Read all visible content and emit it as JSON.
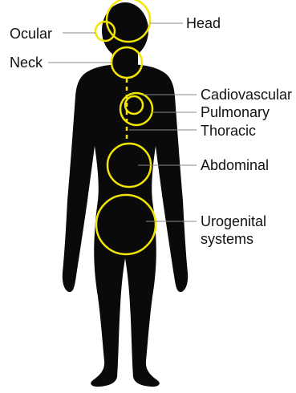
{
  "colors": {
    "silhouette": "#0a0a0a",
    "highlight": "#f2e500",
    "leader_line": "#888888",
    "background": "#ffffff"
  },
  "labels": {
    "head": "Head",
    "ocular": "Ocular",
    "neck": "Neck",
    "cardiovascular": "Cadiovascular",
    "pulmonary": "Pulmonary",
    "thoracic": "Thoracic",
    "abdominal": "Abdominal",
    "urogenital_line1": "Urogenital",
    "urogenital_line2": "systems"
  }
}
